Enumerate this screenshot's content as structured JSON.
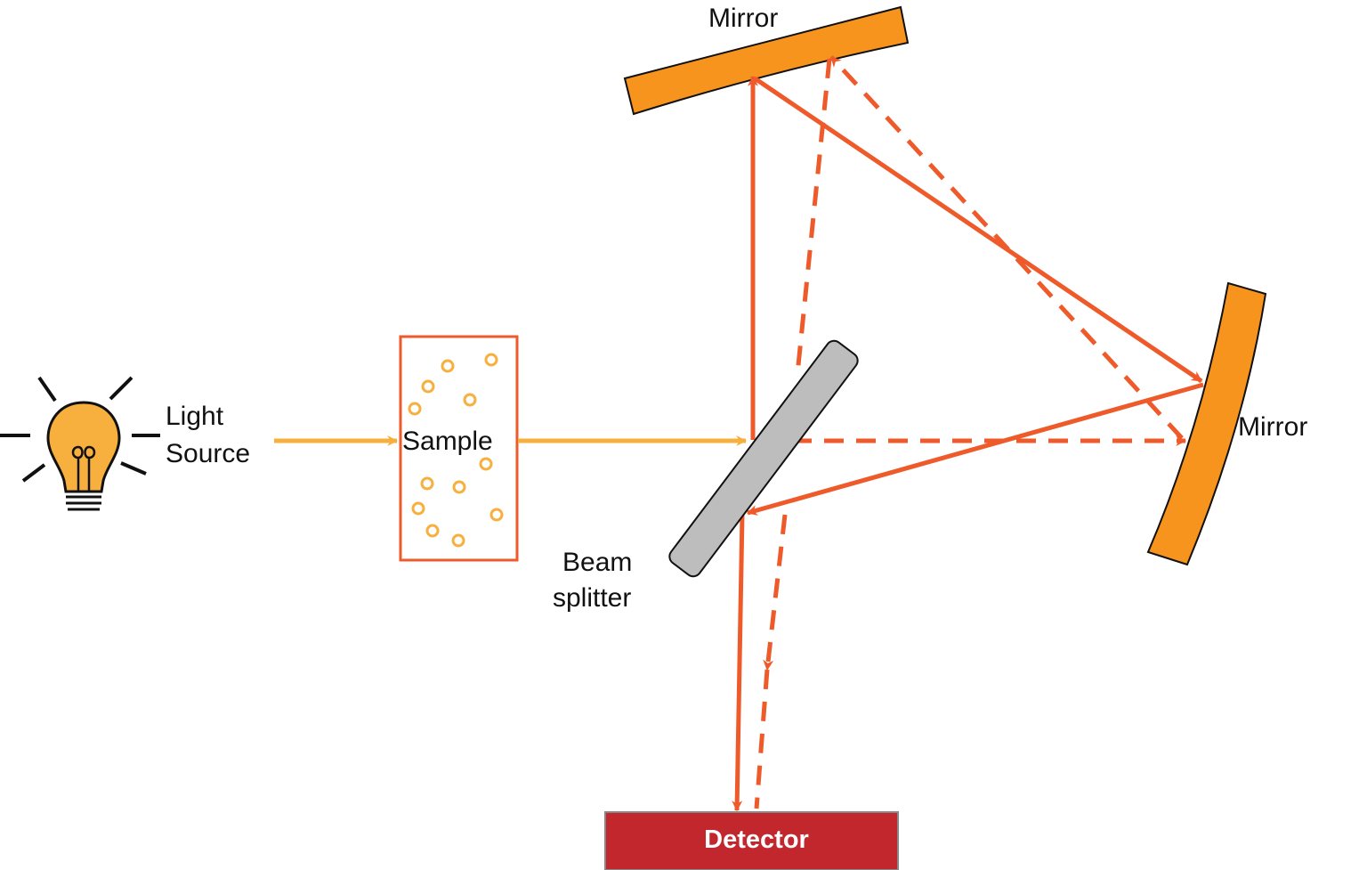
{
  "labels": {
    "light_source_line1": "Light",
    "light_source_line2": "Source",
    "sample": "Sample",
    "beam_splitter_line1": "Beam",
    "beam_splitter_line2": "splitter",
    "mirror_top": "Mirror",
    "mirror_right": "Mirror",
    "detector": "Detector"
  },
  "colors": {
    "input_beam": "#F7B03E",
    "split_beam": "#EE5A2A",
    "mirror_fill": "#F7941E",
    "sample_border": "#EE5A2A",
    "particle": "#F7B03E",
    "splitter_fill": "#BDBDBD",
    "detector_fill": "#C1272D",
    "bulb_fill": "#F7B03E"
  },
  "icons": {
    "light_source": "light-bulb-icon"
  }
}
